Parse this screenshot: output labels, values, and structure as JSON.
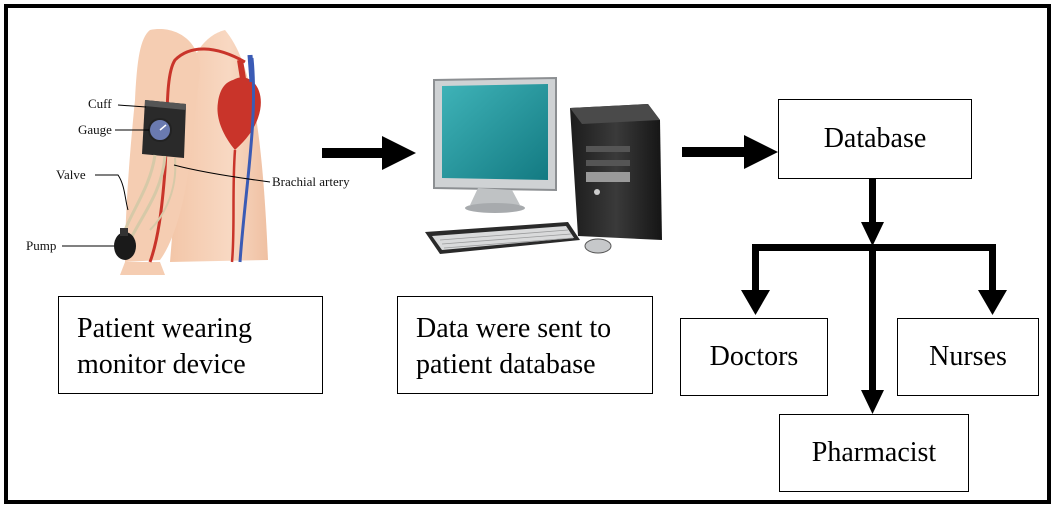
{
  "illustration": {
    "cuff": "Cuff",
    "gauge": "Gauge",
    "valve": "Valve",
    "brachial_artery": "Brachial artery",
    "pump": "Pump"
  },
  "boxes": {
    "patient_line1": "Patient wearing",
    "patient_line2": "monitor device",
    "data_line1": "Data were sent to",
    "data_line2": "patient database",
    "database": "Database",
    "doctors": "Doctors",
    "nurses": "Nurses",
    "pharmacist": "Pharmacist"
  }
}
